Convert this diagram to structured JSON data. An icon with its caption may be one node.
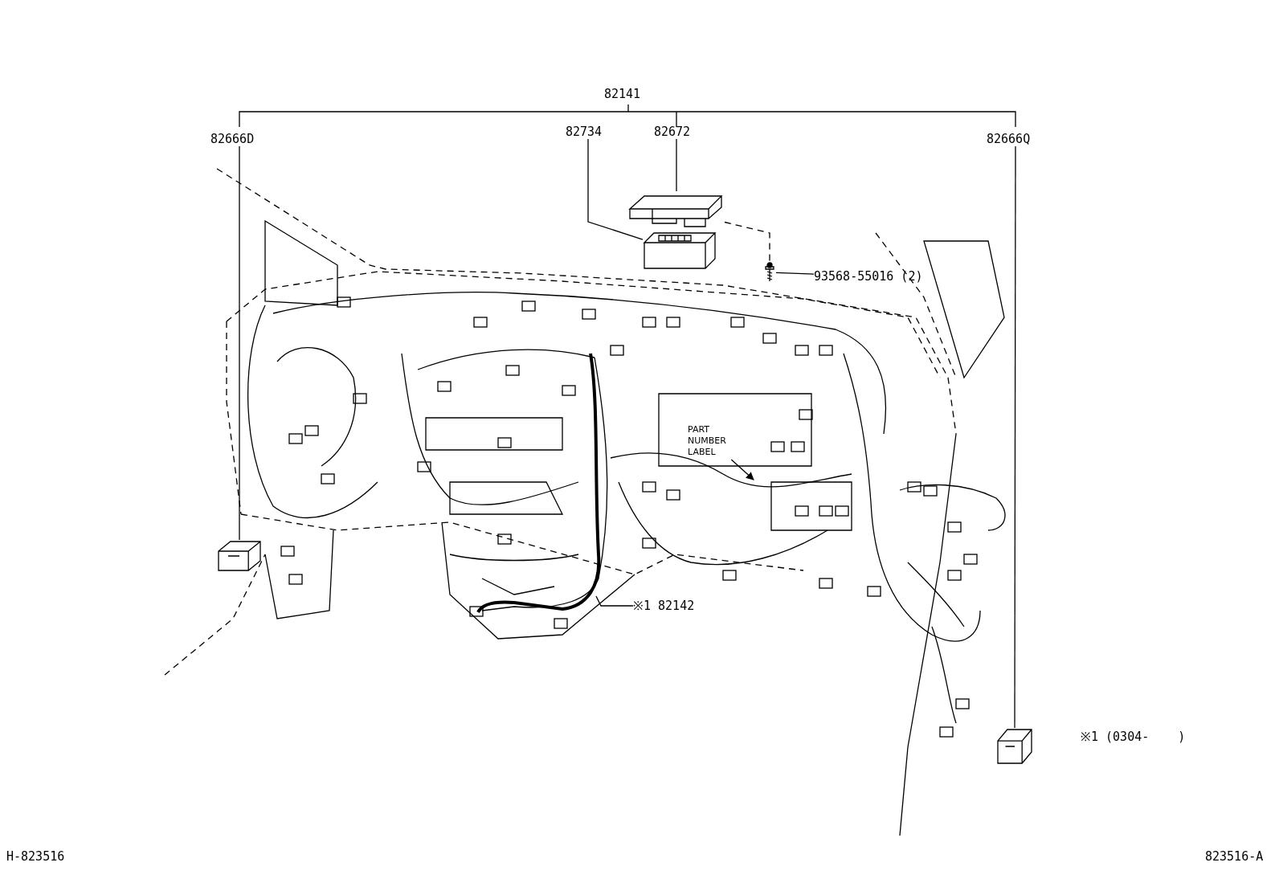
{
  "diagram": {
    "nodes": [
      {
        "text": [
          "82666D"
        ]
      },
      {
        "text": [],
        "shape": "picture"
      },
      {
        "text": [
          "82734"
        ]
      },
      {
        "text": [],
        "shape": "picture"
      },
      {
        "text": [
          "82672"
        ]
      },
      {
        "text": [],
        "shape": "picture"
      },
      {
        "text": [
          "93568-55016 (2)"
        ]
      },
      {
        "text": [],
        "shape": "picture"
      },
      {
        "text": [
          "PART NUMBER LABEL"
        ]
      },
      {
        "text": [
          "※1 82142"
        ]
      },
      {
        "text": [
          "82666Q"
        ]
      },
      {
        "text": [],
        "shape": "picture"
      }
    ],
    "edges": [
      {
        "from": 0,
        "to": 1,
        "arrow": "none"
      },
      {
        "from": 2,
        "to": 3,
        "arrow": "none"
      },
      {
        "from": 4,
        "to": 5,
        "arrow": "none"
      },
      {
        "from": 6,
        "to": 7,
        "arrow": "none"
      },
      {
        "from": 5,
        "to": 7,
        "arrow": "none",
        "style": "dashed"
      },
      {
        "from": 8,
        "to": null,
        "arrow": "to"
      },
      {
        "from": 9,
        "to": null,
        "arrow": "none"
      },
      {
        "from": 10,
        "to": 11,
        "arrow": "none"
      }
    ],
    "labels": [
      "82141",
      "※1 (0304-    )",
      "H-823516",
      "823516-A"
    ]
  }
}
